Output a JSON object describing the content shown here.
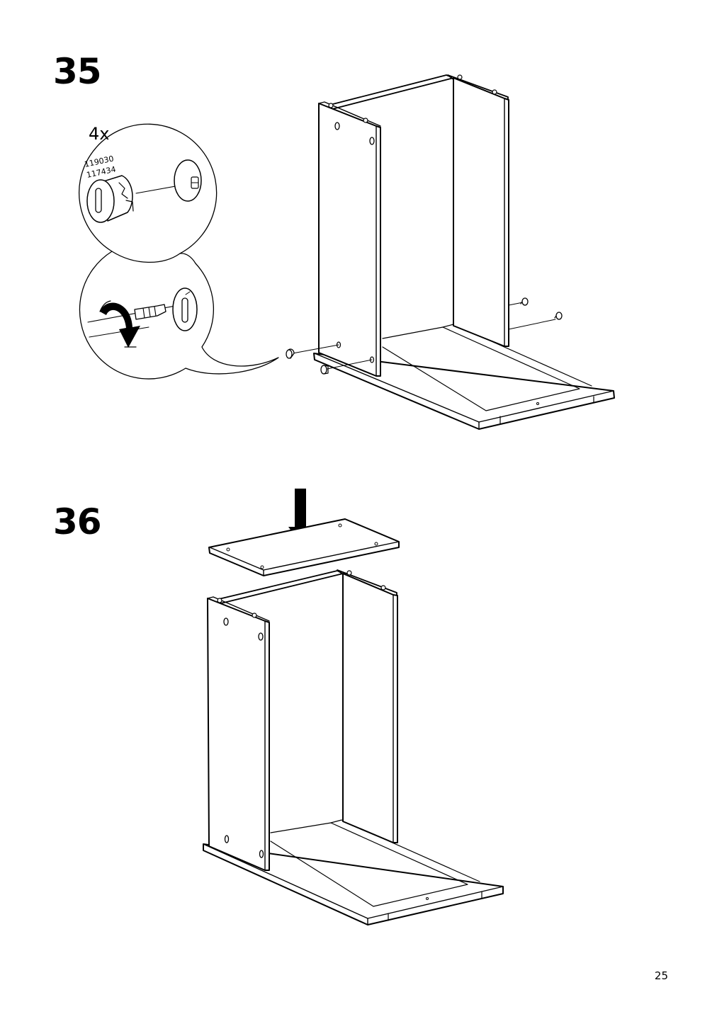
{
  "steps": [
    {
      "number": "35",
      "quantity": "4x",
      "part_numbers": [
        "119030",
        "117434"
      ]
    },
    {
      "number": "36"
    }
  ],
  "page_number": "25"
}
